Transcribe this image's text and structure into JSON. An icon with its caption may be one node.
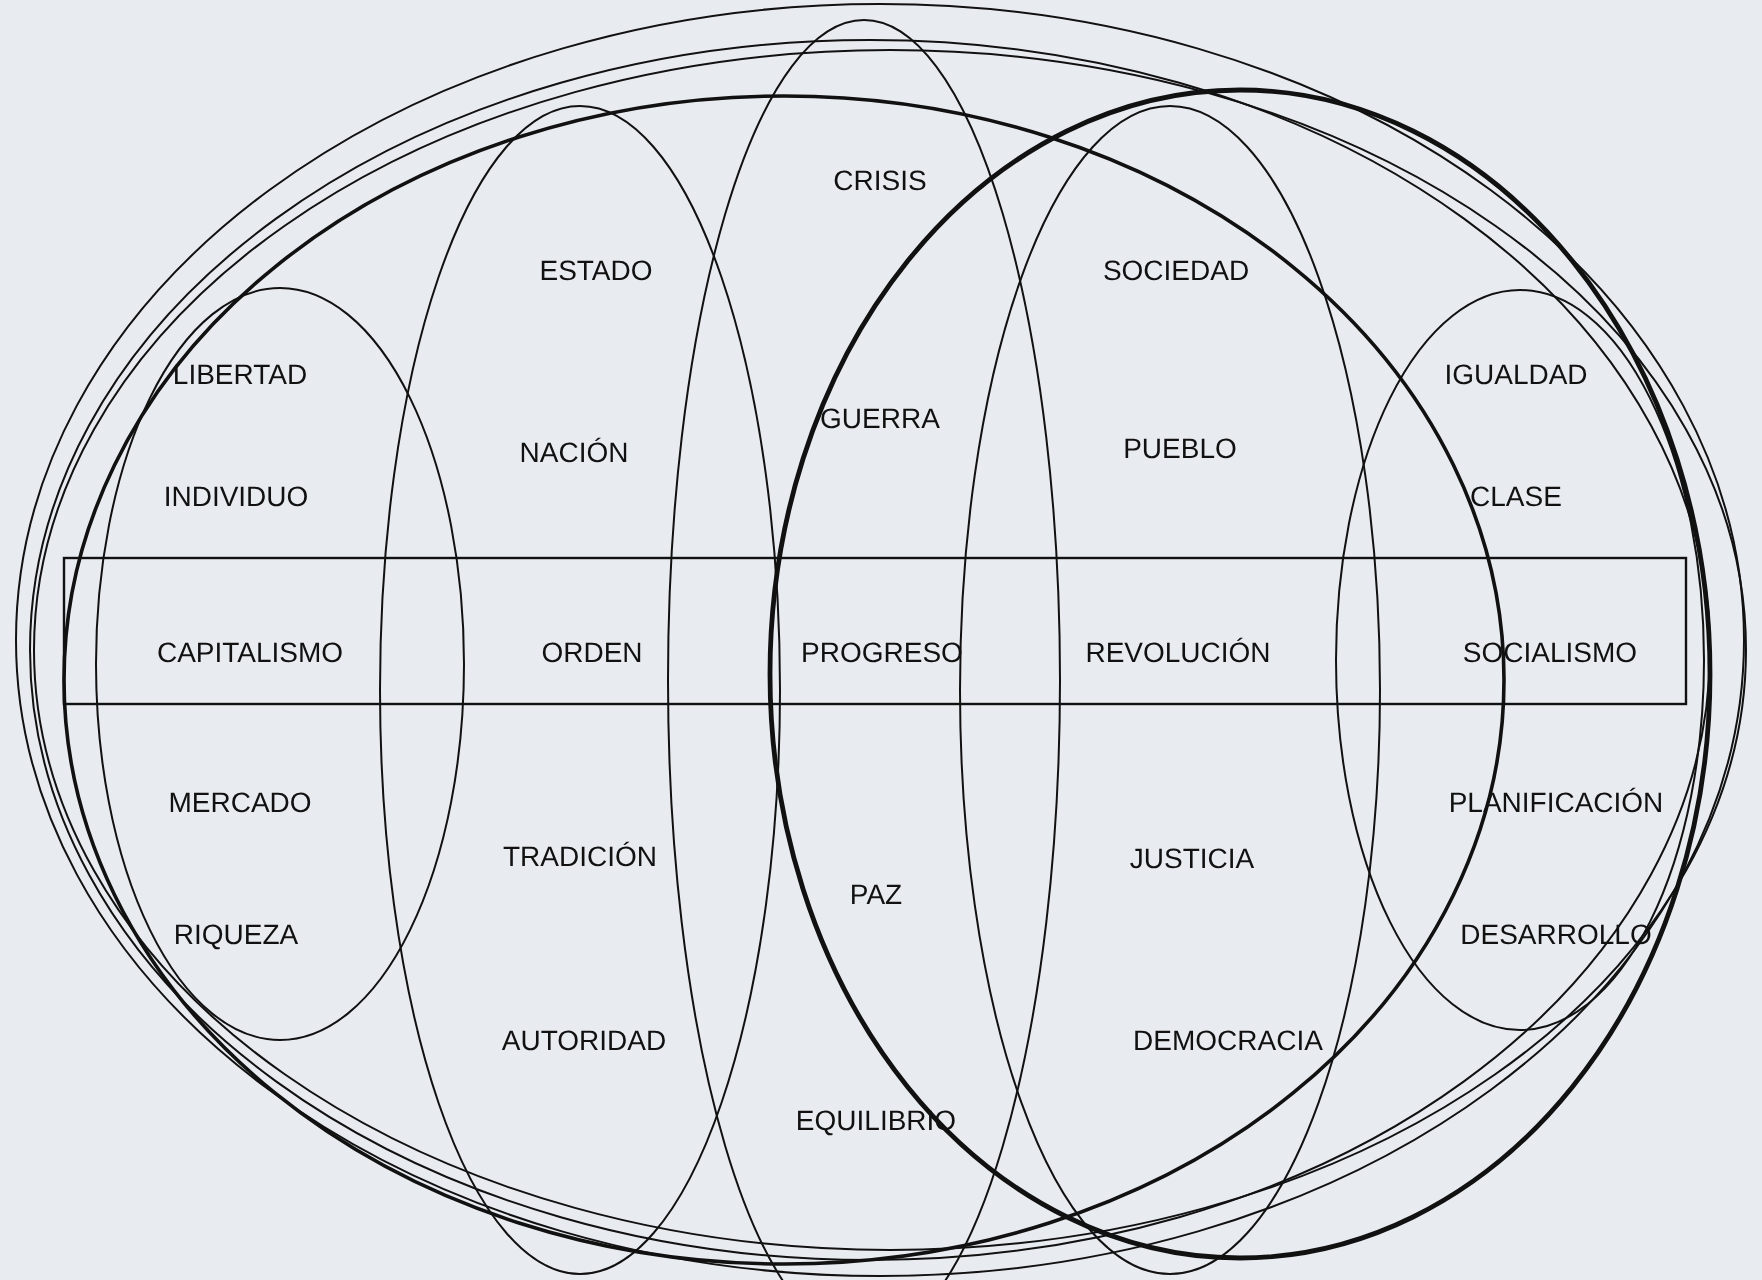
{
  "diagram": {
    "labels": [
      "CRISIS",
      "ESTADO",
      "SOCIEDAD",
      "LIBERTAD",
      "IGUALDAD",
      "GUERRA",
      "NACIÓN",
      "PUEBLO",
      "INDIVIDUO",
      "CLASE",
      "CAPITALISMO",
      "ORDEN",
      "PROGRESO",
      "REVOLUCIÓN",
      "SOCIALISMO",
      "MERCADO",
      "PLANIFICACIÓN",
      "TRADICIÓN",
      "JUSTICIA",
      "PAZ",
      "RIQUEZA",
      "DESARROLLO",
      "AUTORIDAD",
      "DEMOCRACIA",
      "EQUILIBRIO"
    ]
  }
}
